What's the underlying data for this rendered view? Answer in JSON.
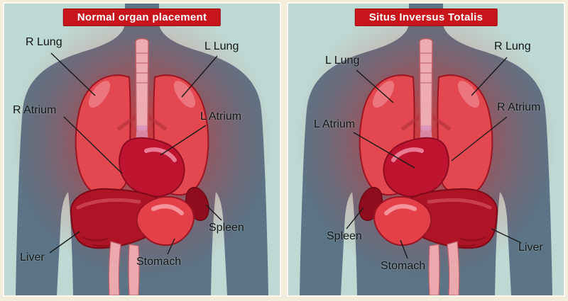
{
  "figure": {
    "description": "Comparison of normal organ placement and situs inversus totalis"
  },
  "colors": {
    "background": "#f2edda",
    "panel_bg": "#bdd9d3",
    "torso": "#5b7486",
    "glow_red": "#e03030",
    "banner_bg": "#c8151c",
    "banner_text": "#ffffff",
    "organ_red": "#e34850",
    "organ_dark_red": "#ad1426",
    "heart_red": "#bf1430",
    "trachea_pink": "#ecacb2",
    "label_text": "#141414"
  },
  "panels": {
    "left": {
      "title": "Normal organ placement",
      "labels": {
        "r_lung": "R Lung",
        "l_lung": "L Lung",
        "r_atrium": "R Atrium",
        "l_atrium": "L Atrium",
        "spleen": "Spleen",
        "liver": "Liver",
        "stomach": "Stomach"
      }
    },
    "right": {
      "title": "Situs Inversus Totalis",
      "labels": {
        "l_lung": "L Lung",
        "r_lung": "R Lung",
        "l_atrium": "L Atrium",
        "r_atrium": "R Atrium",
        "spleen": "Spleen",
        "stomach": "Stomach",
        "liver": "Liver"
      }
    }
  }
}
